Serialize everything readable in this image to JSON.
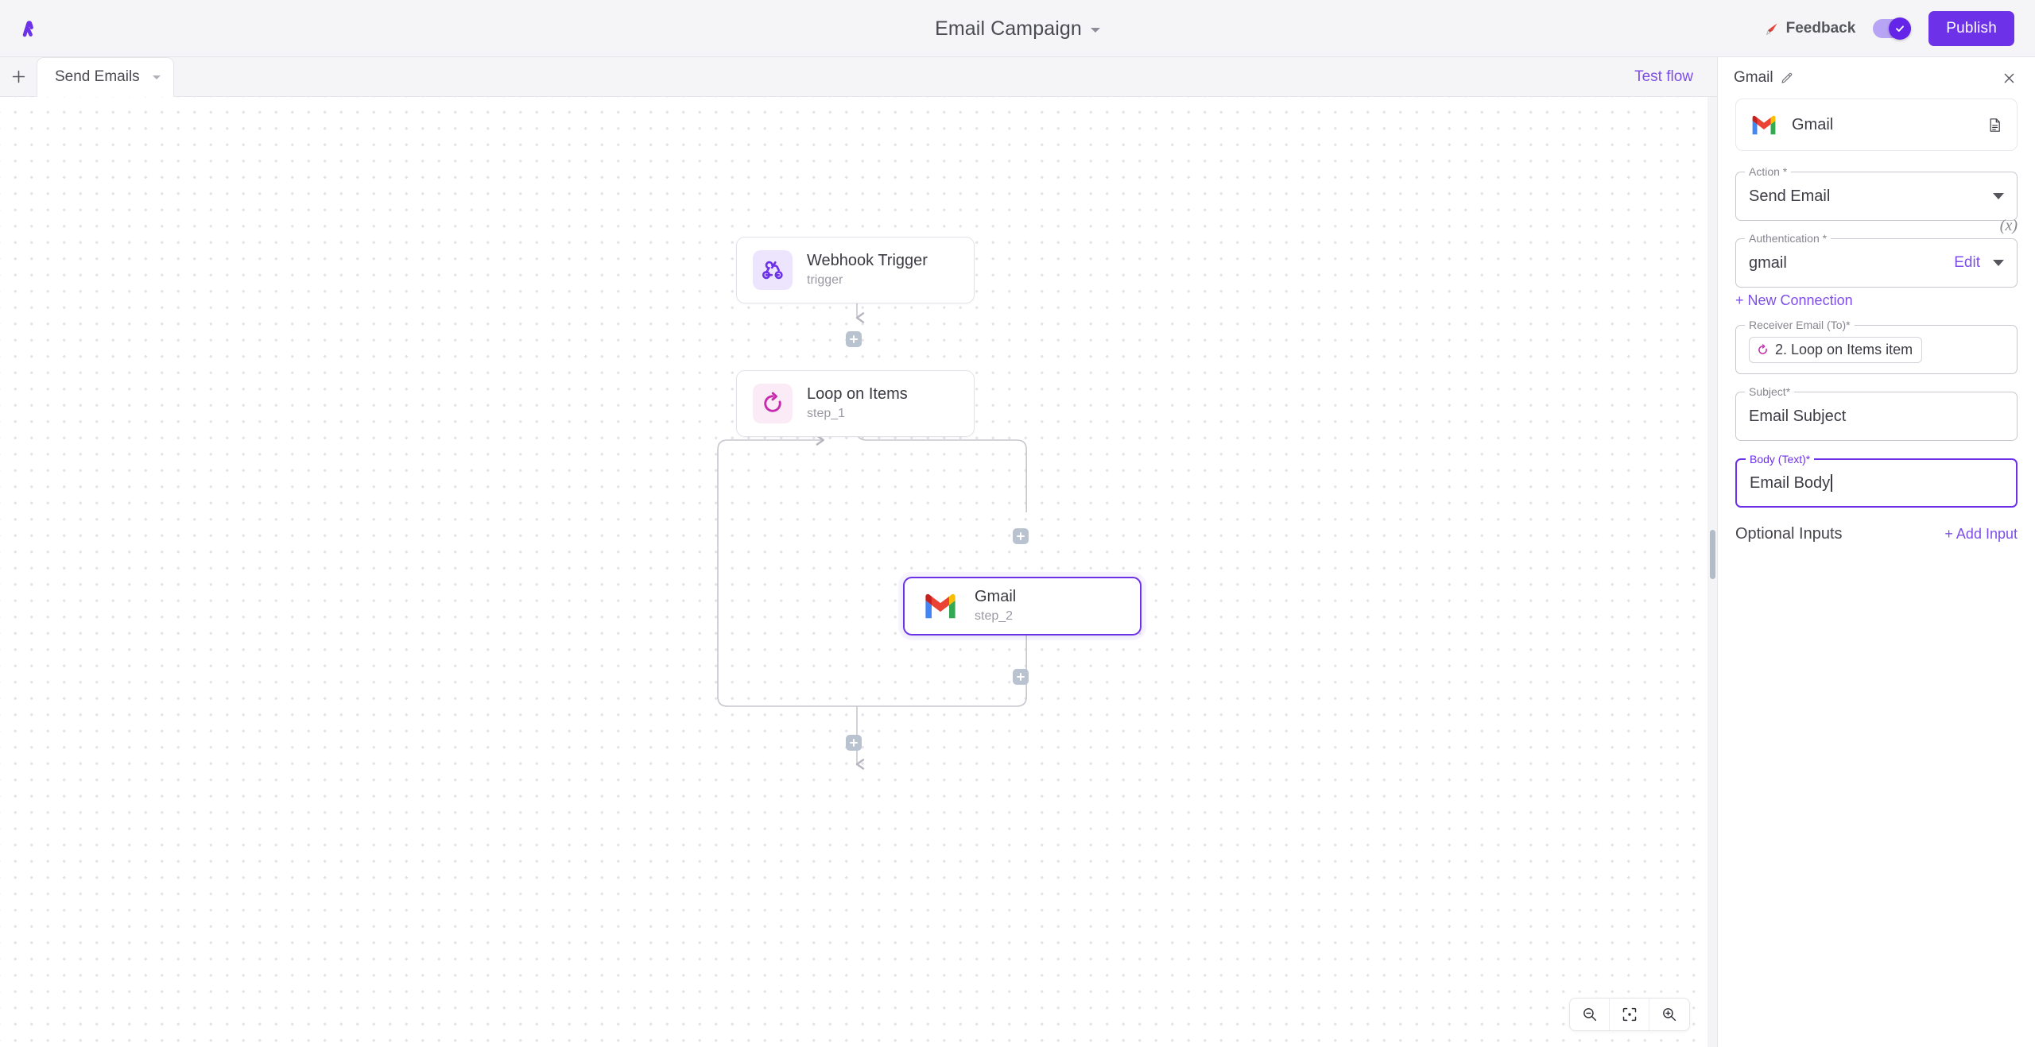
{
  "topbar": {
    "logo_icon": "logo-mark-icon",
    "title": "Email Campaign",
    "title_caret_icon": "chevron-down-icon",
    "feedback_label": "Feedback",
    "feedback_icon": "megaphone-icon",
    "toggle_state": "on",
    "toggle_check_icon": "check-icon",
    "publish_label": "Publish",
    "accent_color": "#6d31e8"
  },
  "tabbar": {
    "add_icon": "plus-icon",
    "tabs": [
      {
        "label": "Send Emails",
        "active": true,
        "caret_icon": "chevron-down-icon"
      }
    ],
    "test_flow_label": "Test flow"
  },
  "canvas": {
    "nodes": [
      {
        "title": "Webhook Trigger",
        "subtitle": "trigger",
        "icon": "webhook-icon",
        "selected": false
      },
      {
        "title": "Loop on Items",
        "subtitle": "step_1",
        "icon": "loop-icon",
        "selected": false
      },
      {
        "title": "Gmail",
        "subtitle": "step_2",
        "icon": "gmail-icon",
        "selected": true
      }
    ],
    "add_buttons": 4,
    "add_button_icon": "plus-icon",
    "zoom_controls": [
      {
        "name": "zoom-out",
        "icon": "zoom-out-icon"
      },
      {
        "name": "fit-view",
        "icon": "fit-screen-icon"
      },
      {
        "name": "zoom-in",
        "icon": "zoom-in-icon"
      }
    ]
  },
  "panel": {
    "title": "Gmail",
    "edit_icon": "pencil-icon",
    "close_icon": "close-icon",
    "app_card": {
      "name": "Gmail",
      "icon": "gmail-icon",
      "docs_icon": "document-icon"
    },
    "fields": [
      {
        "name": "action",
        "label": "Action *",
        "value": "Send Email",
        "type": "select",
        "arrow_icon": "caret-down-icon",
        "focused": false
      },
      {
        "name": "authentication",
        "label": "Authentication *",
        "value": "gmail",
        "type": "select",
        "edit_label": "Edit",
        "arrow_icon": "caret-down-icon",
        "variable_icon": "(x)",
        "focused": false
      },
      {
        "name": "receiver-email",
        "label": "Receiver Email (To)*",
        "type": "chips",
        "chips": [
          {
            "icon": "loop-icon",
            "text": "2. Loop on Items item"
          }
        ],
        "focused": false
      },
      {
        "name": "subject",
        "label": "Subject*",
        "value": "Email Subject",
        "type": "text",
        "focused": false
      },
      {
        "name": "body-text",
        "label": "Body (Text)*",
        "value": "Email Body",
        "type": "text",
        "focused": true
      }
    ],
    "new_connection_label": "+ New Connection",
    "optional_inputs_label": "Optional Inputs",
    "add_input_label": "+ Add Input"
  }
}
